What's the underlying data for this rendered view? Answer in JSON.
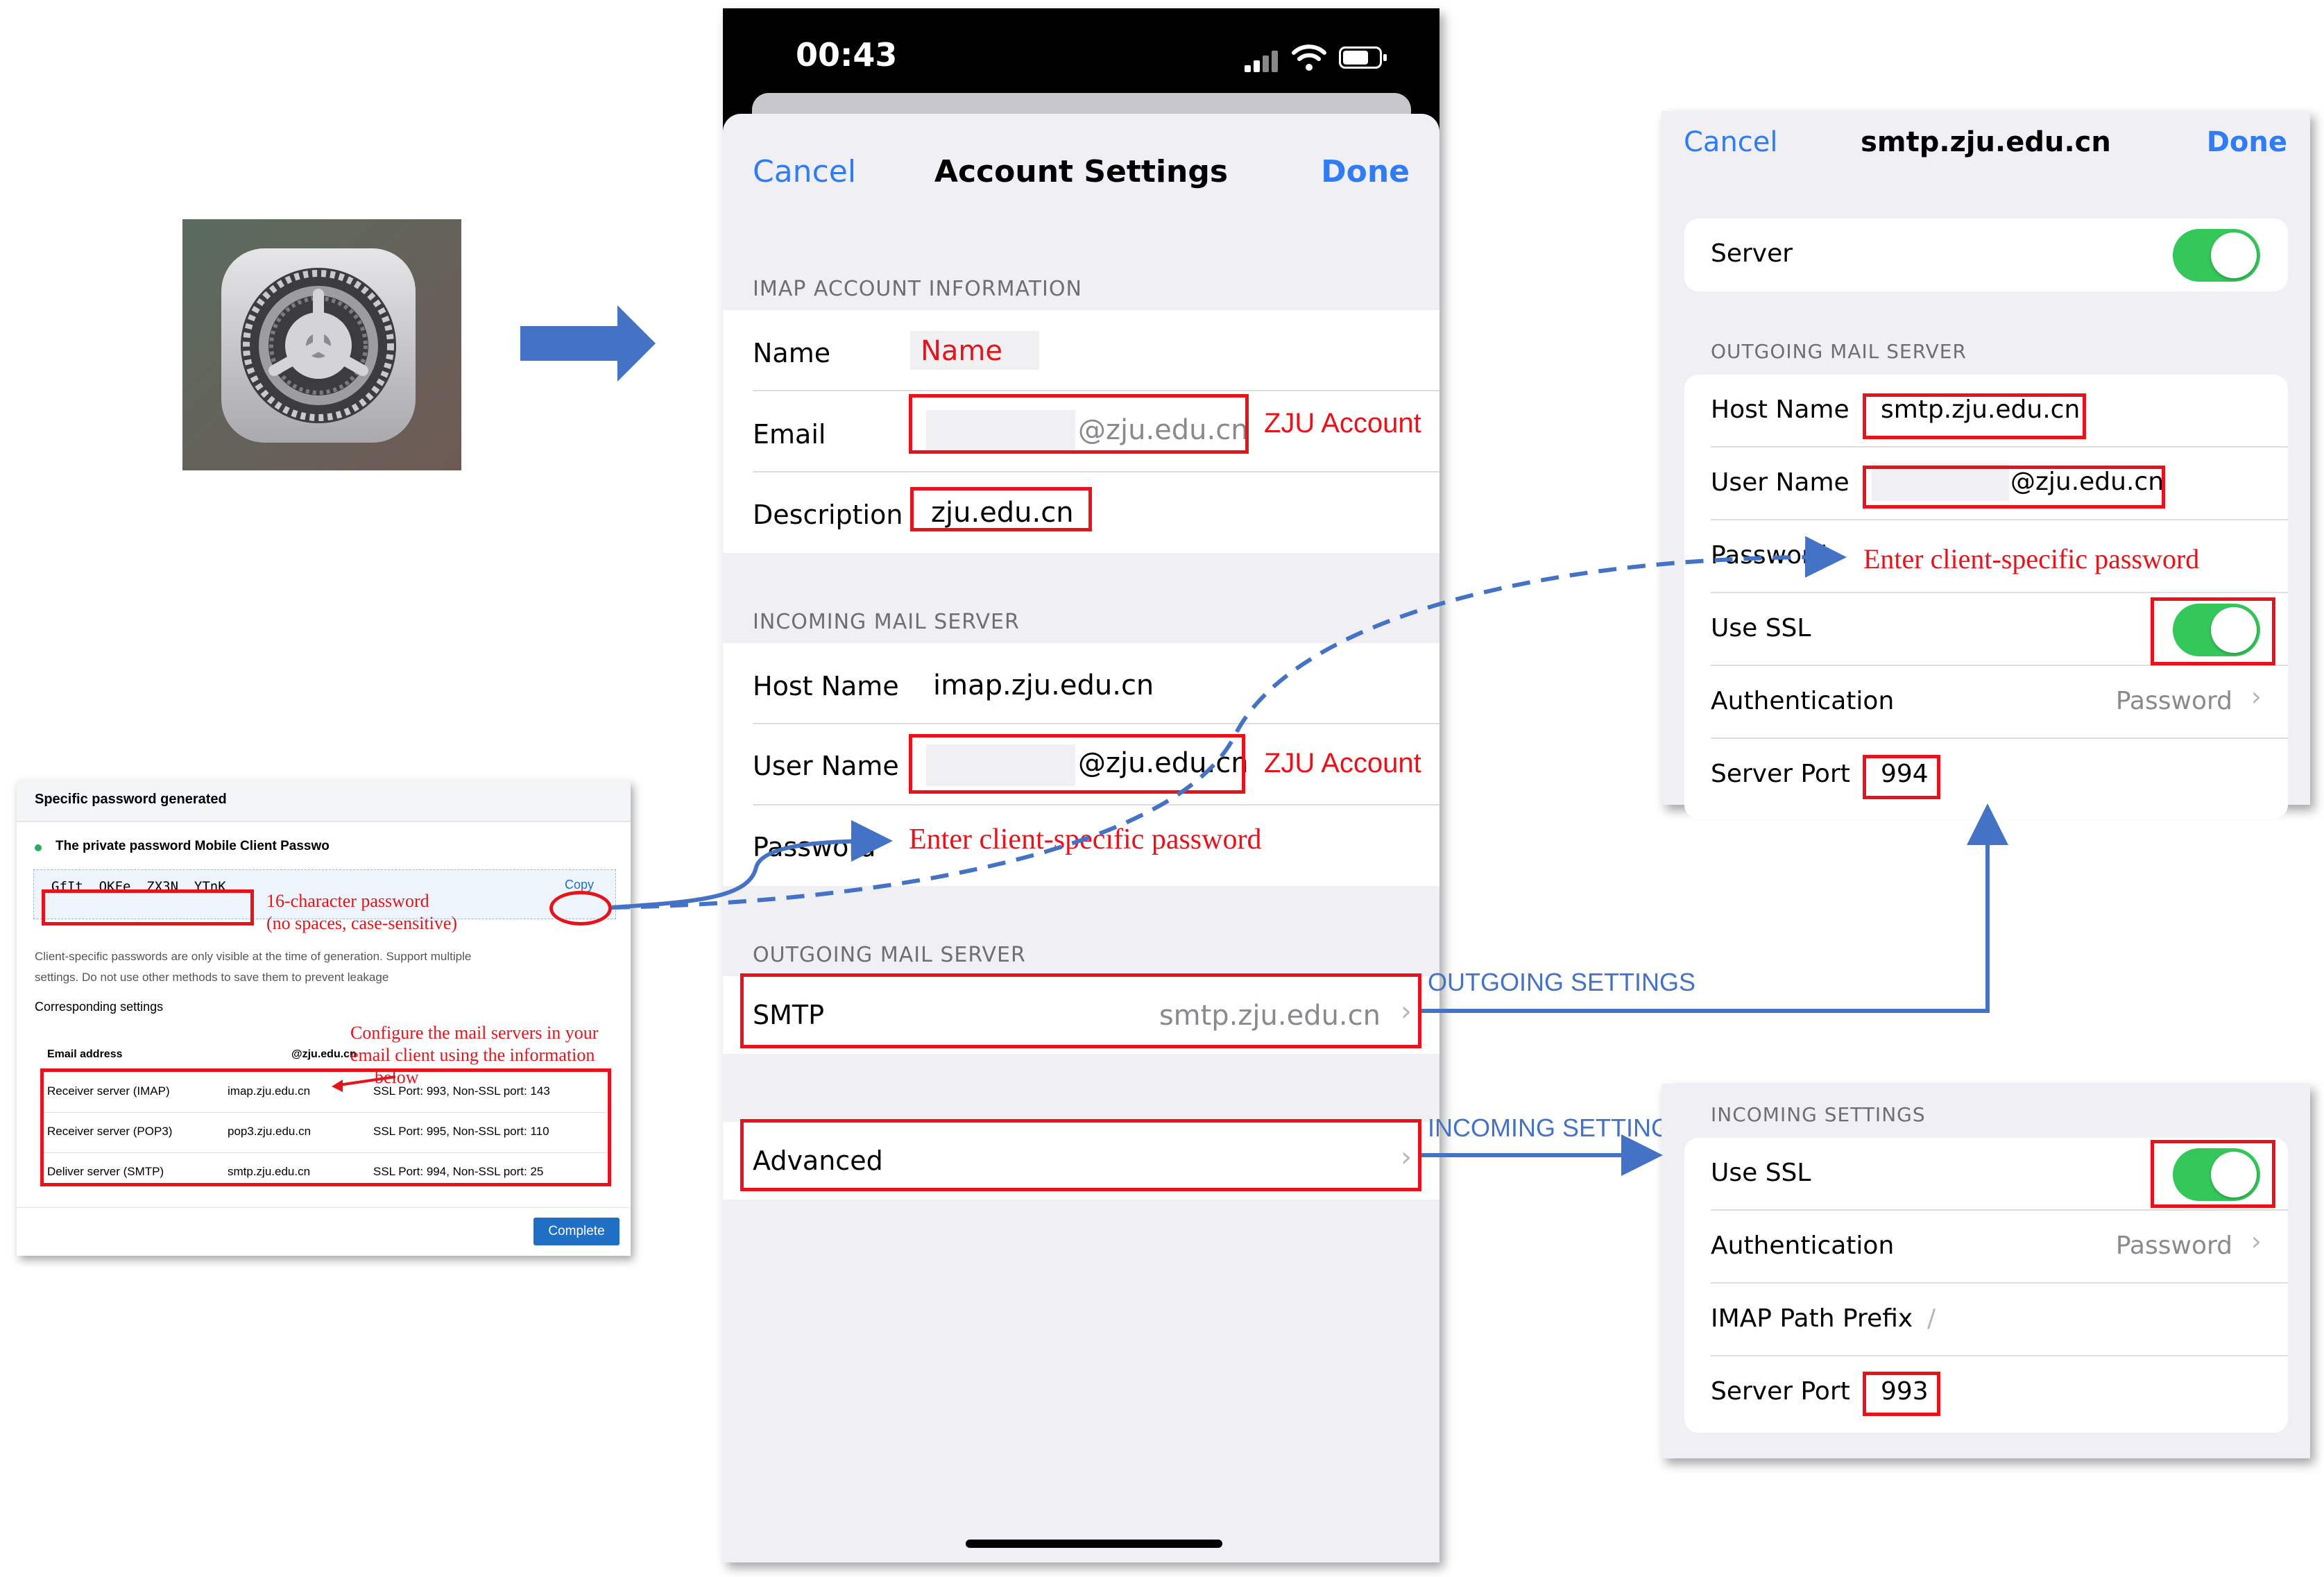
{
  "settings_app": {
    "icon": "settings-gear-icon"
  },
  "phone": {
    "status_time": "00:43",
    "nav": {
      "cancel": "Cancel",
      "title": "Account Settings",
      "done": "Done"
    },
    "imap_header": "IMAP ACCOUNT INFORMATION",
    "name_label": "Name",
    "name_value": "Name",
    "email_label": "Email",
    "email_value": "@zju.edu.cn",
    "description_label": "Description",
    "description_value": "zju.edu.cn",
    "incoming_header": "INCOMING MAIL SERVER",
    "host_label": "Host Name",
    "host_value": "imap.zju.edu.cn",
    "user_label": "User Name",
    "user_value": "@zju.edu.cn",
    "password_label": "Password",
    "outgoing_header": "OUTGOING MAIL SERVER",
    "smtp_label": "SMTP",
    "smtp_value": "smtp.zju.edu.cn",
    "advanced_label": "Advanced"
  },
  "annotations": {
    "zju_account_1": "ZJU Account",
    "zju_account_2": "ZJU Account",
    "enter_password_1": "Enter client-specific password",
    "enter_password_2": "Enter client-specific password",
    "outgoing_settings": "OUTGOING SETTINGS",
    "incoming_settings": "INCOMING SETTINGS",
    "sixteen_char_1": "16-character password",
    "sixteen_char_2": "(no spaces, case-sensitive)",
    "configure_1": "Configure the mail servers in your",
    "configure_2": "email client using the information",
    "configure_3": "below"
  },
  "smtp_panel": {
    "cancel": "Cancel",
    "title": "smtp.zju.edu.cn",
    "done": "Done",
    "server_label": "Server",
    "header": "OUTGOING MAIL SERVER",
    "host_label": "Host Name",
    "host_value": "smtp.zju.edu.cn",
    "user_label": "User Name",
    "user_value": "@zju.edu.cn",
    "password_label": "Password",
    "ssl_label": "Use SSL",
    "auth_label": "Authentication",
    "auth_value": "Password",
    "port_label": "Server Port",
    "port_value": "994"
  },
  "incoming_panel": {
    "header": "INCOMING SETTINGS",
    "ssl_label": "Use SSL",
    "auth_label": "Authentication",
    "auth_value": "Password",
    "prefix_label": "IMAP Path Prefix",
    "prefix_value": "/",
    "port_label": "Server Port",
    "port_value": "993"
  },
  "web_dialog": {
    "title": "Specific password generated",
    "subtitle": "The private password Mobile Client Passwo",
    "password": "GfIt  QKFe  ZX3N  YTnK",
    "copy": "Copy",
    "note_1": "Client-specific passwords are only visible at the time of generation. Support multiple",
    "note_2": "settings. Do not use other methods to save them to prevent leakage",
    "corresponding": "Corresponding settings",
    "email_header": "Email address",
    "email_value": "@zju.edu.cn",
    "rows": [
      {
        "name": "Receiver server (IMAP)",
        "host": "imap.zju.edu.cn",
        "ports": "SSL Port: 993, Non-SSL port: 143"
      },
      {
        "name": "Receiver server (POP3)",
        "host": "pop3.zju.edu.cn",
        "ports": "SSL Port: 995, Non-SSL port: 110"
      },
      {
        "name": "Deliver server (SMTP)",
        "host": "smtp.zju.edu.cn",
        "ports": "SSL Port: 994, Non-SSL port: 25"
      }
    ],
    "complete": "Complete"
  }
}
